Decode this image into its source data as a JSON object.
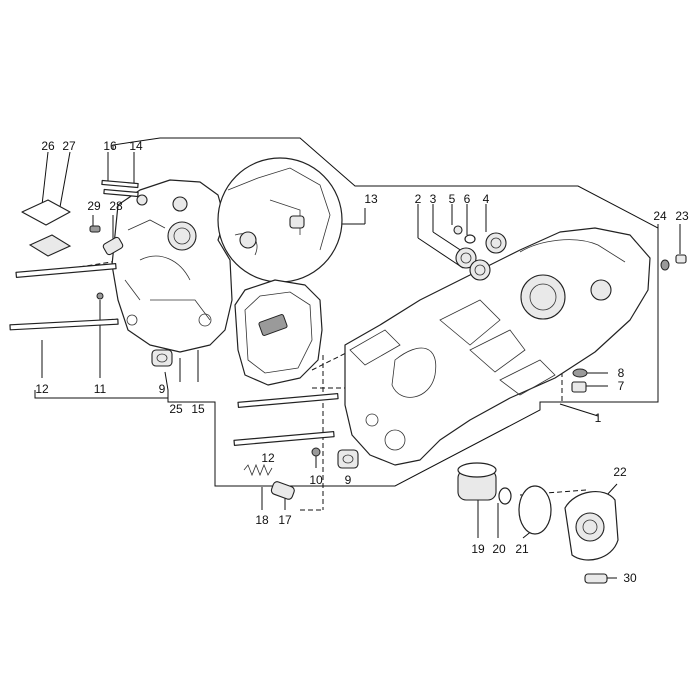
{
  "diagram": {
    "callouts": [
      {
        "id": "c1",
        "text": "1"
      },
      {
        "id": "c2",
        "text": "2"
      },
      {
        "id": "c3",
        "text": "3"
      },
      {
        "id": "c4",
        "text": "4"
      },
      {
        "id": "c5",
        "text": "5"
      },
      {
        "id": "c6",
        "text": "6"
      },
      {
        "id": "c7",
        "text": "7"
      },
      {
        "id": "c8",
        "text": "8"
      },
      {
        "id": "c9a",
        "text": "9"
      },
      {
        "id": "c9b",
        "text": "9"
      },
      {
        "id": "c10",
        "text": "10"
      },
      {
        "id": "c11",
        "text": "11"
      },
      {
        "id": "c12a",
        "text": "12"
      },
      {
        "id": "c12b",
        "text": "12"
      },
      {
        "id": "c13",
        "text": "13"
      },
      {
        "id": "c14",
        "text": "14"
      },
      {
        "id": "c15",
        "text": "15"
      },
      {
        "id": "c16",
        "text": "16"
      },
      {
        "id": "c17",
        "text": "17"
      },
      {
        "id": "c18",
        "text": "18"
      },
      {
        "id": "c19",
        "text": "19"
      },
      {
        "id": "c20",
        "text": "20"
      },
      {
        "id": "c21",
        "text": "21"
      },
      {
        "id": "c22",
        "text": "22"
      },
      {
        "id": "c23",
        "text": "23"
      },
      {
        "id": "c24",
        "text": "24"
      },
      {
        "id": "c25",
        "text": "25"
      },
      {
        "id": "c26",
        "text": "26"
      },
      {
        "id": "c27",
        "text": "27"
      },
      {
        "id": "c28",
        "text": "28"
      },
      {
        "id": "c29",
        "text": "29"
      },
      {
        "id": "c30",
        "text": "30"
      }
    ]
  }
}
